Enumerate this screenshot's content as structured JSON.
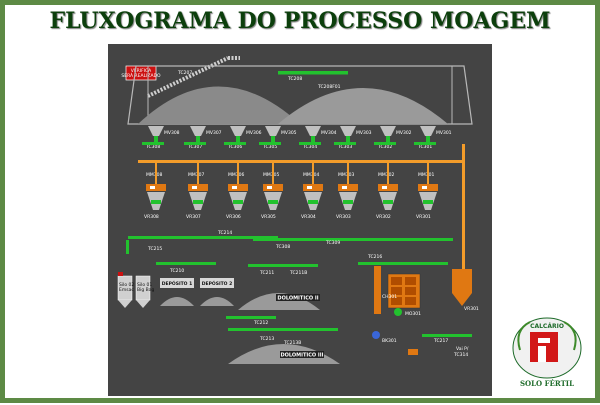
{
  "title": "FLUXOGRAMA DO PROCESSO MOAGEM",
  "alarm": {
    "line1": "VERIFICA",
    "line2": "SERÁ REALIZADO"
  },
  "conveyors": {
    "tc207": "TC207",
    "tc208": "TC208",
    "tc208f": "TC208F01",
    "tc210": "TC210",
    "tc211": "TC211",
    "tc211b": "TC211B",
    "tc212": "TC212",
    "tc213": "TC213",
    "tc213b": "TC213B",
    "tc214": "TC214",
    "tc215": "TC215",
    "tc216": "TC216",
    "tc217": "TC217",
    "tc308": "TC308",
    "tc309": "TC309"
  },
  "hopper_valves": [
    "MV308",
    "MV307",
    "MV306",
    "MV305",
    "MV304",
    "MV303",
    "MV302",
    "MV301"
  ],
  "hopper_conveyors": [
    "TC308",
    "TC307",
    "TC306",
    "TC305",
    "TC304",
    "TC303",
    "TC302",
    "TC301"
  ],
  "mixers": [
    "MM308",
    "MM307",
    "MM306",
    "MM305",
    "MM304",
    "MM303",
    "MM302",
    "MM301"
  ],
  "vibrators": [
    "VR308",
    "VR307",
    "VR306",
    "VR305",
    "VR304",
    "VR303",
    "VR302",
    "VR301"
  ],
  "silos": {
    "silo2": "Silo 02",
    "silo2_sub": "Emsac",
    "silo1": "Silo 01",
    "silo1_sub": "Big Bag"
  },
  "deposits": {
    "dep1": "DEPÓSITO 1",
    "dep2": "DEPÓSITO 2"
  },
  "dolomitic": {
    "d2": "DOLOMITICO II",
    "d3": "DOLOMITICO III"
  },
  "equipment": {
    "ch301": "CH301",
    "mo301": "MO301",
    "bk301": "BK301",
    "vr301": "VR301"
  },
  "footer": {
    "line1": "Vai P/",
    "line2": "TC314"
  },
  "logo": {
    "top_text": "CALCÁRIO",
    "bottom_text": "SOLO FÉRTIL"
  },
  "colors": {
    "border": "#5d8a45",
    "title": "#0c3f0c",
    "belt": "#22c22e",
    "chute": "#f39c2a",
    "hopper": "#c0c0c0",
    "alarm": "#cc1111"
  }
}
